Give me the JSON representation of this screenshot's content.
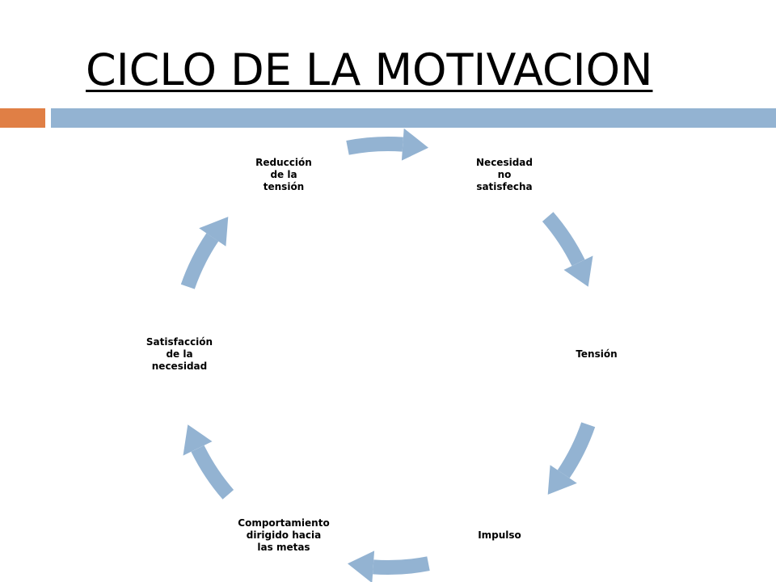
{
  "title": "CICLO DE LA MOTIVACION",
  "colors": {
    "accent_bar": "#E07F45",
    "main_bar": "#93B3D2",
    "arrow": "#93B3D2",
    "text": "#000000"
  },
  "cycle": {
    "direction": "clockwise",
    "nodes": [
      {
        "id": "necesidad",
        "label": "Necesidad\nno\nsatisfecha"
      },
      {
        "id": "tension",
        "label": "Tensión"
      },
      {
        "id": "impulso",
        "label": "Impulso"
      },
      {
        "id": "comportamiento",
        "label": "Comportamiento\ndirigido hacia\nlas metas"
      },
      {
        "id": "satisfaccion",
        "label": "Satisfacción\nde la\nnecesidad"
      },
      {
        "id": "reduccion",
        "label": "Reducción\nde la\ntensión"
      }
    ]
  }
}
